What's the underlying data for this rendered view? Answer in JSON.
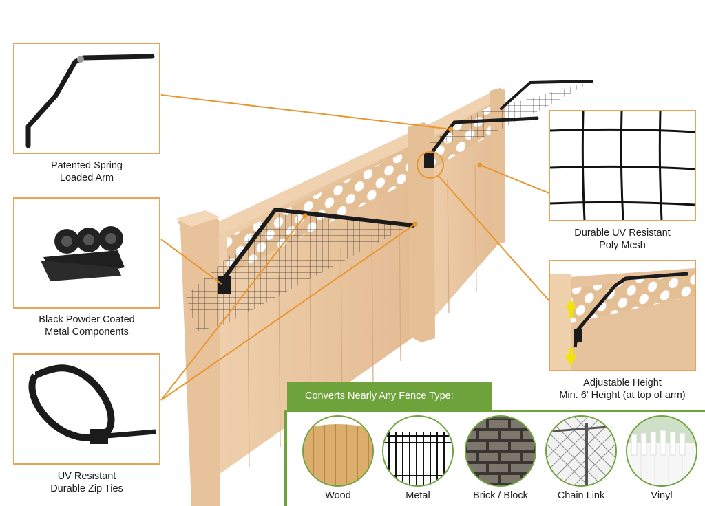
{
  "features": {
    "arm": {
      "line1": "Patented Spring",
      "line2": "Loaded Arm"
    },
    "components": {
      "line1": "Black Powder Coated",
      "line2": "Metal Components"
    },
    "zipties": {
      "line1": "UV Resistant",
      "line2": "Durable Zip Ties"
    },
    "mesh": {
      "line1": "Durable UV Resistant",
      "line2": "Poly Mesh"
    },
    "height": {
      "line1": "Adjustable Height",
      "line2": "Min. 6' Height (at top of arm)"
    }
  },
  "fence_types": {
    "header": "Converts Nearly Any Fence Type:",
    "items": [
      {
        "label": "Wood"
      },
      {
        "label": "Metal"
      },
      {
        "label": "Brick / Block"
      },
      {
        "label": "Chain Link"
      },
      {
        "label": "Vinyl"
      }
    ]
  },
  "colors": {
    "accent_orange": "#e8a55a",
    "leader_orange": "#e8962e",
    "accent_green": "#6ea33b",
    "fence_tan": "#e9c8a2"
  }
}
